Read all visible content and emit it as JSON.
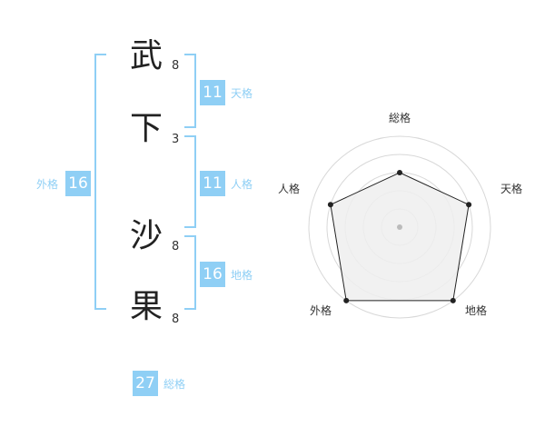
{
  "name": {
    "chars": [
      {
        "char": "武",
        "strokes": "8"
      },
      {
        "char": "下",
        "strokes": "3"
      },
      {
        "char": "沙",
        "strokes": "8"
      },
      {
        "char": "果",
        "strokes": "8"
      }
    ]
  },
  "kakusu": {
    "tenkaku": {
      "value": "11",
      "label": "天格"
    },
    "jinkaku": {
      "value": "11",
      "label": "人格"
    },
    "chikaku": {
      "value": "16",
      "label": "地格"
    },
    "gaikaku": {
      "value": "16",
      "label": "外格"
    },
    "soukaku": {
      "value": "27",
      "label": "総格"
    }
  },
  "radar": {
    "labels": {
      "soukaku": "総格",
      "tenkaku": "天格",
      "chikaku": "地格",
      "gaikaku": "外格",
      "jinkaku": "人格"
    },
    "levels": 5,
    "scores": {
      "soukaku": 3,
      "tenkaku": 4,
      "chikaku": 5,
      "gaikaku": 5,
      "jinkaku": 4
    }
  },
  "colors": {
    "accent": "#8fcff5",
    "bracket": "#8fcff5",
    "text": "#222222",
    "grid": "#d8d8d8",
    "fill": "#eeeeee"
  }
}
